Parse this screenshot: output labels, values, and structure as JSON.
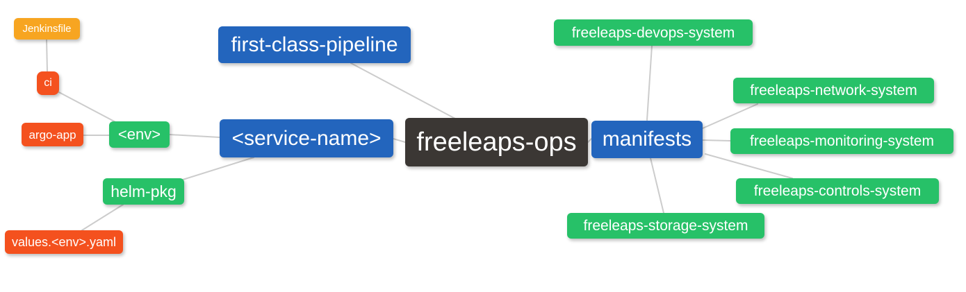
{
  "diagram": {
    "type": "mindmap",
    "root": "freeleaps-ops",
    "palette": {
      "root_bg": "#3b3734",
      "branch_bg": "#2365bd",
      "leaf_green_bg": "#27c168",
      "leaf_red_bg": "#f4511e",
      "leaf_orange_bg": "#f7a521",
      "text": "#ffffff",
      "edge": "#cccccc"
    },
    "nodes": {
      "freeleaps_ops": {
        "label": "freeleaps-ops"
      },
      "first_class_pipeline": {
        "label": "first-class-pipeline"
      },
      "service_name": {
        "label": "<service-name>"
      },
      "manifests": {
        "label": "manifests"
      },
      "env": {
        "label": "<env>"
      },
      "helm_pkg": {
        "label": "helm-pkg"
      },
      "ci": {
        "label": "ci"
      },
      "argo_app": {
        "label": "argo-app"
      },
      "jenkinsfile": {
        "label": "Jenkinsfile"
      },
      "values_env_yaml": {
        "label": "values.<env>.yaml"
      },
      "devops_system": {
        "label": "freeleaps-devops-system"
      },
      "network_system": {
        "label": "freeleaps-network-system"
      },
      "monitoring_system": {
        "label": "freeleaps-monitoring-system"
      },
      "controls_system": {
        "label": "freeleaps-controls-system"
      },
      "storage_system": {
        "label": "freeleaps-storage-system"
      }
    },
    "edges": [
      {
        "from": "jenkinsfile",
        "to": "ci"
      },
      {
        "from": "ci",
        "to": "env"
      },
      {
        "from": "argo_app",
        "to": "env"
      },
      {
        "from": "env",
        "to": "service_name"
      },
      {
        "from": "helm_pkg",
        "to": "service_name"
      },
      {
        "from": "values_env_yaml",
        "to": "helm_pkg"
      },
      {
        "from": "first_class_pipeline",
        "to": "freeleaps_ops"
      },
      {
        "from": "service_name",
        "to": "freeleaps_ops"
      },
      {
        "from": "freeleaps_ops",
        "to": "manifests"
      },
      {
        "from": "manifests",
        "to": "devops_system"
      },
      {
        "from": "manifests",
        "to": "network_system"
      },
      {
        "from": "manifests",
        "to": "monitoring_system"
      },
      {
        "from": "manifests",
        "to": "controls_system"
      },
      {
        "from": "manifests",
        "to": "storage_system"
      }
    ]
  }
}
